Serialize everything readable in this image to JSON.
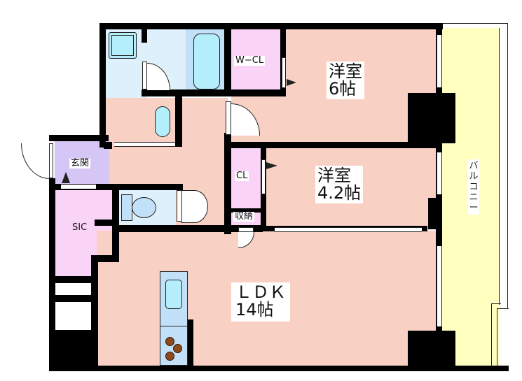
{
  "rooms": {
    "western_room_1": {
      "name": "洋室",
      "size": "6帖"
    },
    "western_room_2": {
      "name": "洋室",
      "size": "4.2帖"
    },
    "ldk": {
      "name": "ＬＤＫ",
      "size": "14帖"
    },
    "walk_in_closet": {
      "label": "W−CL"
    },
    "closet": {
      "label": "CL"
    },
    "storage": {
      "label": "収納"
    },
    "entrance": {
      "label": "玄関"
    },
    "shoe_in_closet": {
      "label": "SIC"
    },
    "balcony": {
      "label": "バルコニー"
    }
  },
  "colors": {
    "wall": "#000000",
    "living_floor": "#f8d0c4",
    "closet_floor": "#fad4f6",
    "entrance_floor": "#d6c6f5",
    "wet_area": "#dff0fd",
    "fixtures": "#b4eefa",
    "balcony": "#ffffc0"
  }
}
